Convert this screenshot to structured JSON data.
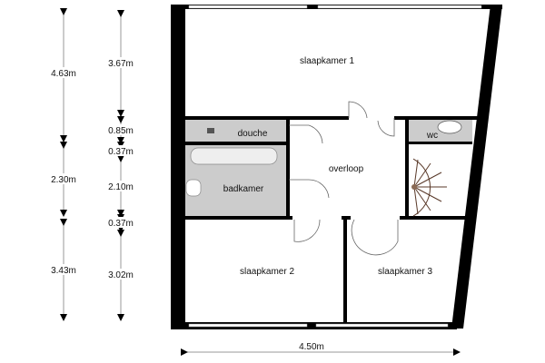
{
  "rooms": {
    "slaapkamer1": "slaapkamer 1",
    "douche": "douche",
    "wc": "wc",
    "overloop": "overloop",
    "badkamer": "badkamer",
    "slaapkamer2": "slaapkamer 2",
    "slaapkamer3": "slaapkamer 3"
  },
  "dimensions": {
    "left": [
      "4.63m",
      "2.30m",
      "3.43m"
    ],
    "right": [
      "3.67m",
      "0.85m",
      "0.37m",
      "2.10m",
      "0.37m",
      "3.02m"
    ],
    "bottom": "4.50m"
  },
  "colors": {
    "wall": "#000000",
    "wet_room": "#cccccc",
    "dim_line": "#999999"
  }
}
